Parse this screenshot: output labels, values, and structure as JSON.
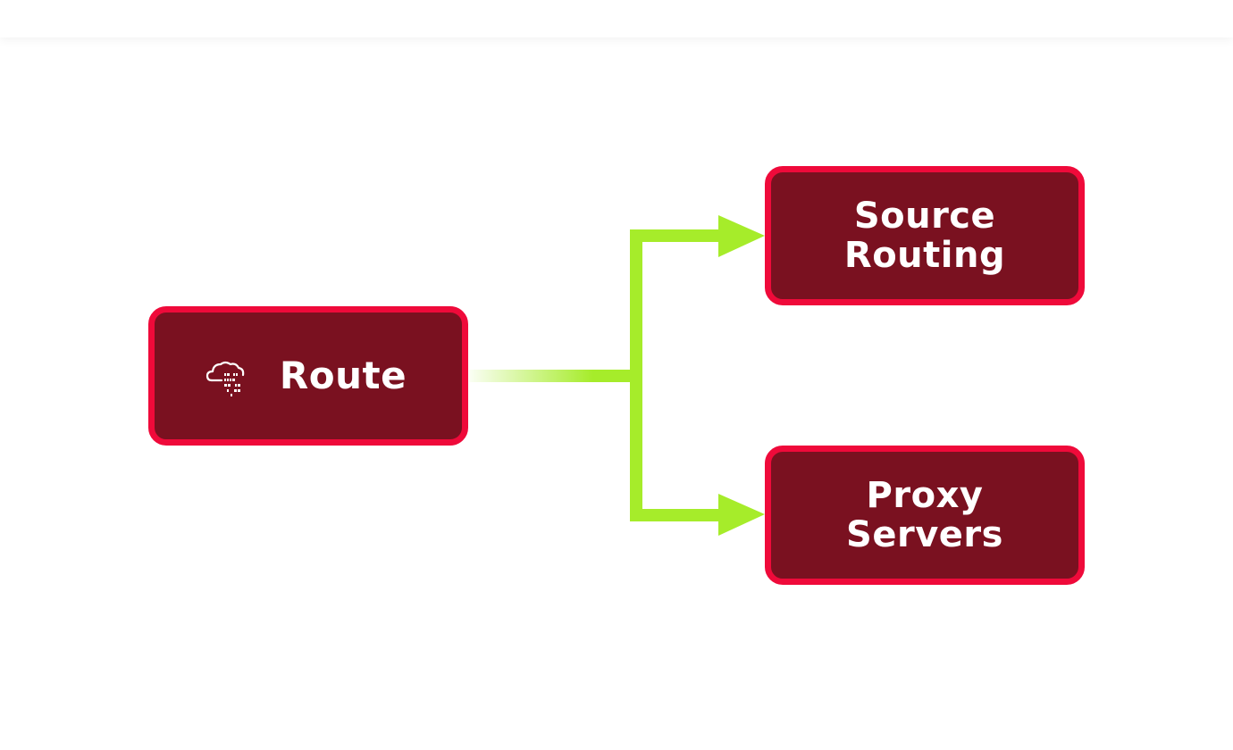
{
  "diagram": {
    "nodes": {
      "route": {
        "label": "Route",
        "icon": "cloud-data-icon"
      },
      "source_routing": {
        "line1": "Source",
        "line2": "Routing"
      },
      "proxy_servers": {
        "line1": "Proxy",
        "line2": "Servers"
      }
    },
    "edges": [
      {
        "from": "Route",
        "to": "Source Routing"
      },
      {
        "from": "Route",
        "to": "Proxy Servers"
      }
    ],
    "colors": {
      "node_fill": "#7a1120",
      "node_border": "#ef0a3a",
      "connector": "#a6ec2a",
      "text": "#ffffff"
    }
  }
}
